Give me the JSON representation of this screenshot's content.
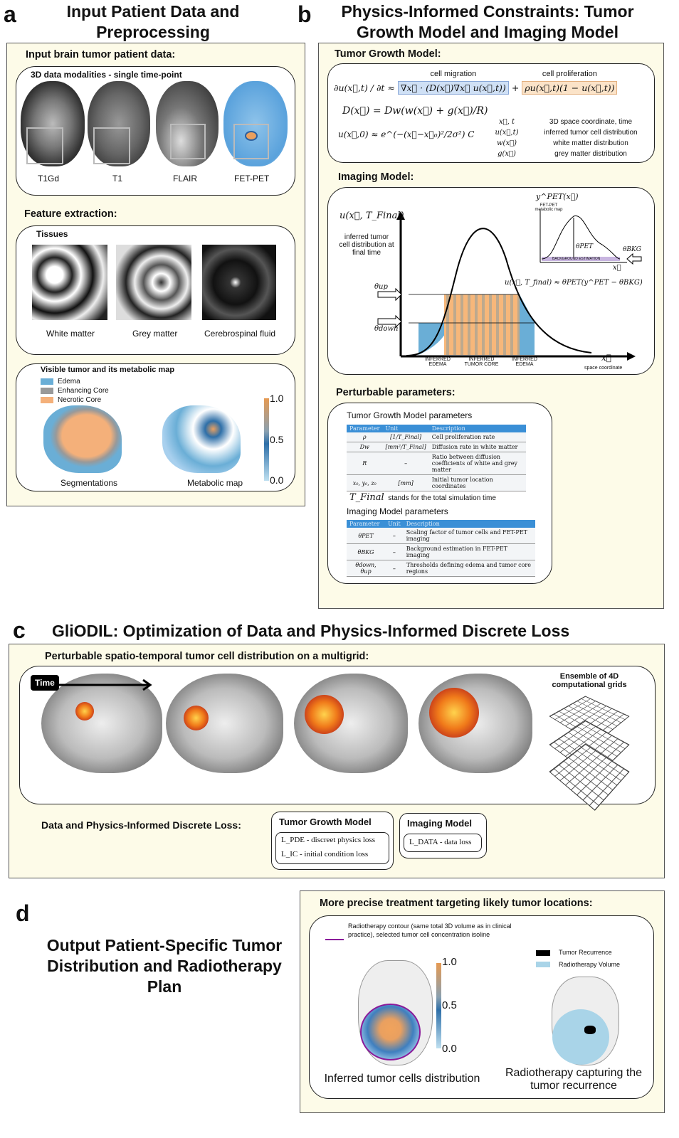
{
  "panel_a": {
    "label": "a",
    "title": "Input Patient Data and Preprocessing",
    "section1": "Input brain tumor patient data:",
    "modalities_title": "3D data modalities - single time-point",
    "modalities": [
      "T1Gd",
      "T1",
      "FLAIR",
      "FET-PET"
    ],
    "section2": "Feature extraction:",
    "tissues_title": "Tissues",
    "tissues": [
      "White matter",
      "Grey matter",
      "Cerebrospinal fluid"
    ],
    "tumor_title": "Visible tumor and its metabolic map",
    "legend": [
      {
        "label": "Edema",
        "color": "#6aaed6"
      },
      {
        "label": "Enhancing Core",
        "color": "#999999"
      },
      {
        "label": "Necrotic Core",
        "color": "#f4b07a"
      }
    ],
    "images": [
      "Segmentations",
      "Metabolic map"
    ],
    "colorbar": [
      "1.0",
      "0.5",
      "0.0"
    ]
  },
  "panel_b": {
    "label": "b",
    "title": "Physics-Informed Constraints: Tumor Growth Model and Imaging Model",
    "growth_title": "Tumor Growth Model:",
    "migration": "cell migration",
    "proliferation": "cell proliferation",
    "eq_lhs": "∂u(x⃗,t) / ∂t ≈",
    "eq_migration": "∇x⃗ · (D(x⃗)∇x⃗ u(x⃗,t))",
    "eq_plus": "+",
    "eq_prolif": "ρu(x⃗,t)(1 − u(x⃗,t))",
    "eq_D": "D(x⃗) = Dw(w(x⃗) + g(x⃗)/R)",
    "eq_init": "u(x⃗,0) ≈ e^(−(x⃗−x⃗₀)²/2σ²) C",
    "symbols": [
      {
        "sym": "x⃗, t",
        "desc": "3D space coordinate, time"
      },
      {
        "sym": "u(x⃗,t)",
        "desc": "inferred tumor cell distribution"
      },
      {
        "sym": "w(x⃗)",
        "desc": "white matter distribution"
      },
      {
        "sym": "g(x⃗)",
        "desc": "grey matter distribution"
      }
    ],
    "imaging_title": "Imaging Model:",
    "y_axis": "u(x⃗, T_Final)",
    "y_desc": "inferred tumor cell distribution at final time",
    "theta_up": "θup",
    "theta_down": "θdown",
    "regions": [
      "INFERRED EDEMA",
      "INFERRED TUMOR CORE",
      "INFERRED EDEMA"
    ],
    "x_axis": "x⃗",
    "x_desc": "space coordinate",
    "inset_y": "y^PET(x⃗)",
    "inset_desc": "FET-PET metabolic map",
    "theta_pet": "θPET",
    "theta_bkg": "θBKG",
    "background": "BACKGROUND ESTIMATION",
    "inset_x": "x⃗",
    "imaging_eq": "u(x⃗, T_final) ≈ θPET(y^PET − θBKG)",
    "params_title": "Perturbable parameters:",
    "tgm_params": "Tumor Growth Model parameters",
    "headers": [
      "Parameter",
      "Unit",
      "Description"
    ],
    "tgm_rows": [
      [
        "ρ",
        "[1/T_Final]",
        "Cell proliferation rate"
      ],
      [
        "Dw",
        "[mm²/T_Final]",
        "Diffusion rate in white matter"
      ],
      [
        "R",
        "–",
        "Ratio between diffusion coefficients of white and grey matter"
      ],
      [
        "x₀, y₀, z₀",
        "[mm]",
        "Initial tumor location coordinates"
      ]
    ],
    "tfinal_sym": "T_Final",
    "tfinal_desc": "stands for the total simulation time",
    "im_params": "Imaging Model parameters",
    "im_rows": [
      [
        "θPET",
        "–",
        "Scaling factor of tumor cells and FET-PET imaging"
      ],
      [
        "θBKG",
        "–",
        "Background estimation in FET-PET imaging"
      ],
      [
        "θdown, θup",
        "–",
        "Thresholds defining edema and tumor core regions"
      ]
    ]
  },
  "panel_c": {
    "label": "c",
    "title": "GliODIL: Optimization of Data and Physics-Informed Discrete Loss",
    "subtitle": "Perturbable spatio-temporal tumor cell distribution on a multigrid:",
    "time": "Time",
    "ensemble": "Ensemble of 4D computational grids",
    "loss_title": "Data and Physics-Informed Discrete Loss:",
    "tgm": "Tumor Growth Model",
    "l_pde": "L_PDE - discreet physics loss",
    "l_ic": "L_IC - initial condition loss",
    "im": "Imaging Model",
    "l_data": "L_DATA - data loss"
  },
  "panel_d": {
    "label": "d",
    "title": "Output Patient-Specific Tumor Distribution and Radiotherapy Plan",
    "subtitle": "More precise treatment targeting likely tumor locations:",
    "contour_legend": "Radiotherapy contour (same total 3D volume as in clinical practice), selected tumor cell concentration isoline",
    "legend": [
      {
        "label": "Tumor Recurrence",
        "color": "#000000"
      },
      {
        "label": "Radiotherapy Volume",
        "color": "#a9d4e8"
      }
    ],
    "colorbar": [
      "1.0",
      "0.5",
      "0.0"
    ],
    "captions": [
      "Inferred tumor cells distribution",
      "Radiotherapy capturing the tumor recurrence"
    ]
  }
}
